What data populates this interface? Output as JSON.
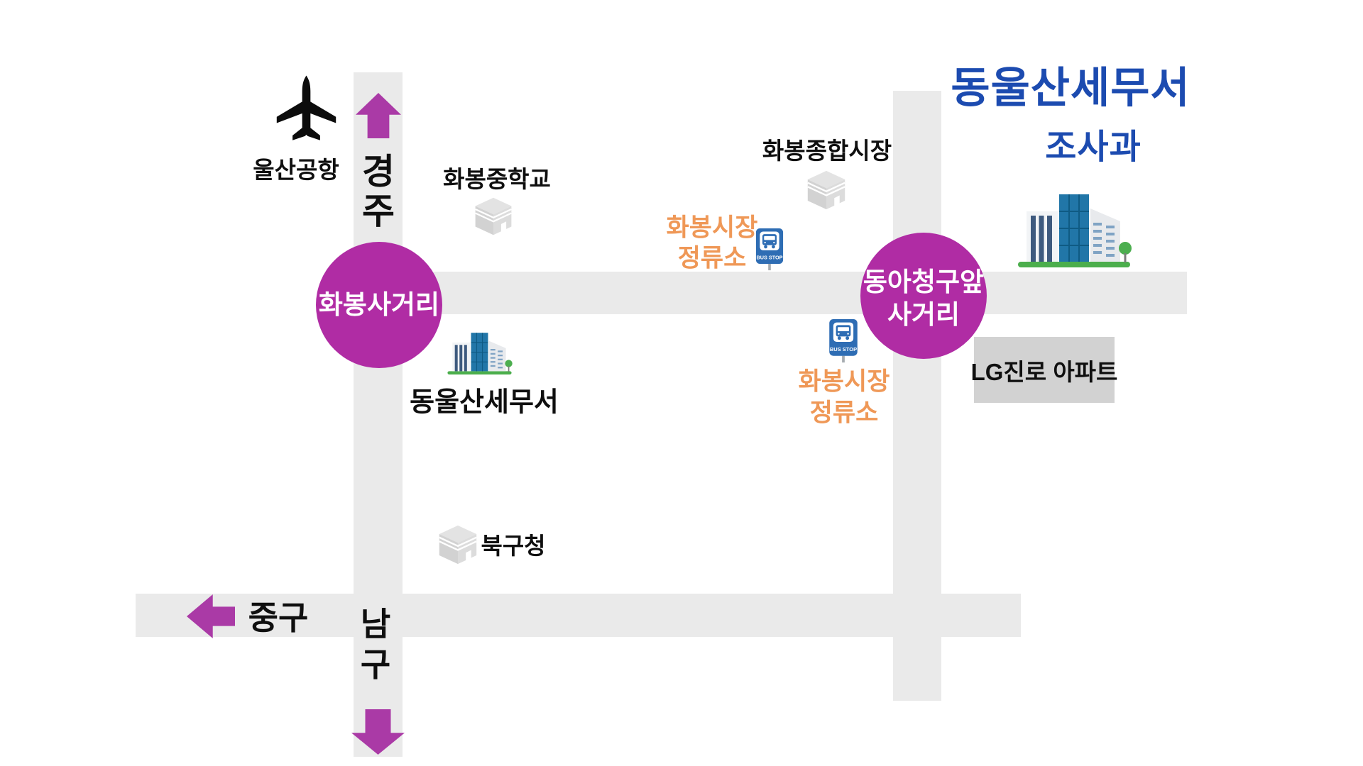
{
  "title": {
    "line1": "동울산세무서",
    "line2": "조사과"
  },
  "airport": {
    "label": "울산공항"
  },
  "directions": {
    "north": "경주",
    "south": "남구",
    "west": "중구"
  },
  "intersections": {
    "hwabong": {
      "label": "화봉사거리"
    },
    "donga": {
      "line1": "동아청구앞",
      "line2": "사거리"
    }
  },
  "places": {
    "middle_school": "화봉중학교",
    "market": "화봉종합시장",
    "district_office": "북구청",
    "tax_office": "동울산세무서",
    "apartment": "LG진로 아파트"
  },
  "bus_stops": {
    "sign_label": "BUS STOP",
    "north": {
      "line1": "화봉시장",
      "line2": "정류소"
    },
    "south": {
      "line1": "화봉시장",
      "line2": "정류소"
    }
  },
  "colors": {
    "road": "#EAEAEA",
    "intersection_circle": "#B02CA4",
    "direction_arrow": "#AA3AA6",
    "title_blue": "#1C4BB0",
    "bus_label_orange": "#EF9857",
    "bus_sign_blue": "#2E6DB4",
    "apartment_box_gray": "#D2D2D2"
  }
}
